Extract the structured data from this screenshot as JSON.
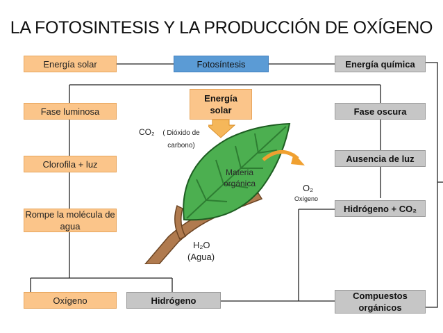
{
  "title": "LA FOTOSINTESIS Y LA PRODUCCIÓN DE OXÍGENO",
  "left": [
    "Energía solar",
    "Fase luminosa",
    "Clorofila + luz",
    "Rompe la molécula de agua",
    "Oxígeno"
  ],
  "center": {
    "top": "Fotosíntesis",
    "bottom": "Hidrógeno"
  },
  "right": [
    "Energía química",
    "Fase oscura",
    "Ausencia de luz",
    "Hidrógeno + CO₂",
    "Compuestos orgánicos"
  ],
  "leaf": {
    "energy": "Energía solar",
    "co2_formula": "CO₂",
    "co2_name": "( Dióxido de carbono)",
    "materia": "Materia orgánica",
    "o2_formula": "O₂",
    "o2_name": "Oxígeno",
    "h2o_formula": "H₂O",
    "h2o_name": "(Agua)"
  },
  "colors": {
    "orange": "#fbc58a",
    "gray": "#c6c6c6",
    "blue": "#5b9bd5",
    "leaf": "#4caf50",
    "stem": "#b07a4e",
    "arrow": "#f0a030"
  }
}
